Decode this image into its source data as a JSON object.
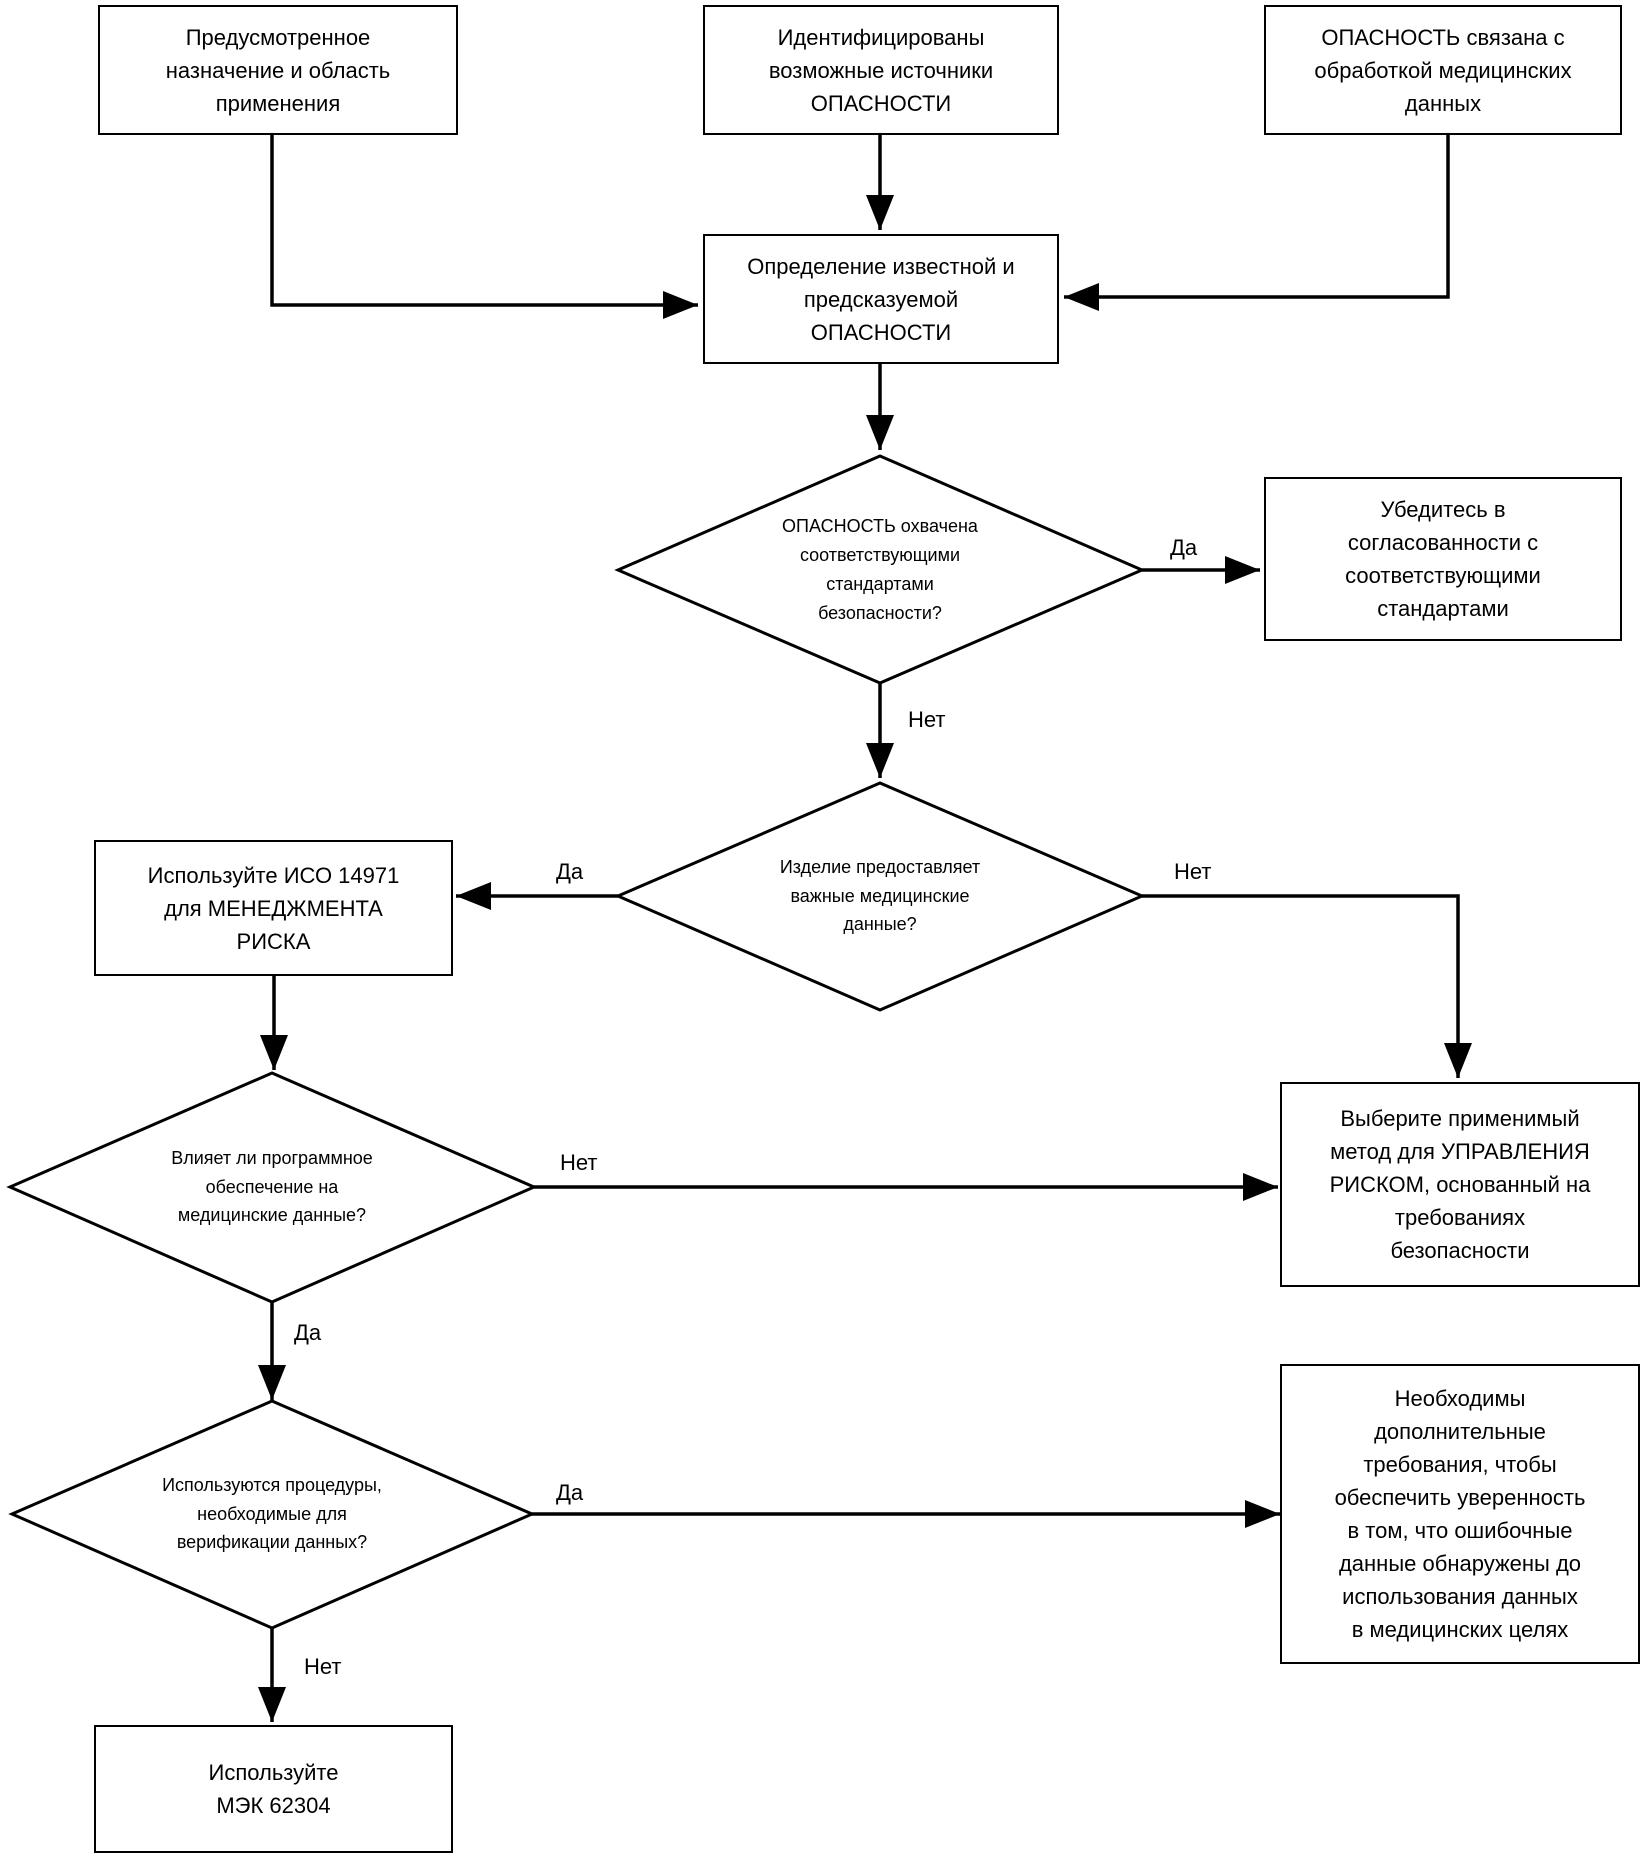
{
  "boxes": {
    "intended_use": "Предусмотренное\nназначение и область\nприменения",
    "hazard_sources": "Идентифицированы\nвозможные источники\nОПАСНОСТИ",
    "hazard_data_processing": "ОПАСНОСТЬ связана с\nобработкой медицинских\nданных",
    "hazard_identification": "Определение известной и\nпредсказуемой\nОПАСНОСТИ",
    "ensure_conformity": "Убедитесь в\nсогласованности с\nсоответствующими\nстандартами",
    "use_iso_14971": "Используйте ИСО 14971\nдля МЕНЕДЖМЕНТА\nРИСКА",
    "choose_risk_control": "Выберите применимый\nметод для УПРАВЛЕНИЯ\nРИСКОМ, основанный  на\nтребованиях\nбезопасности",
    "additional_requirements": "Необходимы\nдополнительные\nтребования, чтобы\nобеспечить уверенность\nв том, что ошибочные\nданные обнаружены до\nиспользования данных\nв медицинских целях",
    "use_iec_62304": "Используйте\nМЭК 62304"
  },
  "decisions": {
    "covered_by_standards": "ОПАСНОСТЬ охвачена\nсоответствующими\nстандартами\nбезопасности?",
    "provides_medical_data": "Изделие  предоставляет\nважные медицинские\nданные?",
    "software_affects_data": "Влияет ли программное\nобеспечение на\nмедицинские данные?",
    "verification_procedures": "Используются процедуры,\nнеобходимые для\nверификации данных?"
  },
  "labels": {
    "d1_yes": "Да",
    "d1_no": "Нет",
    "d2_yes": "Да",
    "d2_no": "Нет",
    "d3_no": "Нет",
    "d3_yes": "Да",
    "d4_yes": "Да",
    "d4_no": "Нет"
  }
}
